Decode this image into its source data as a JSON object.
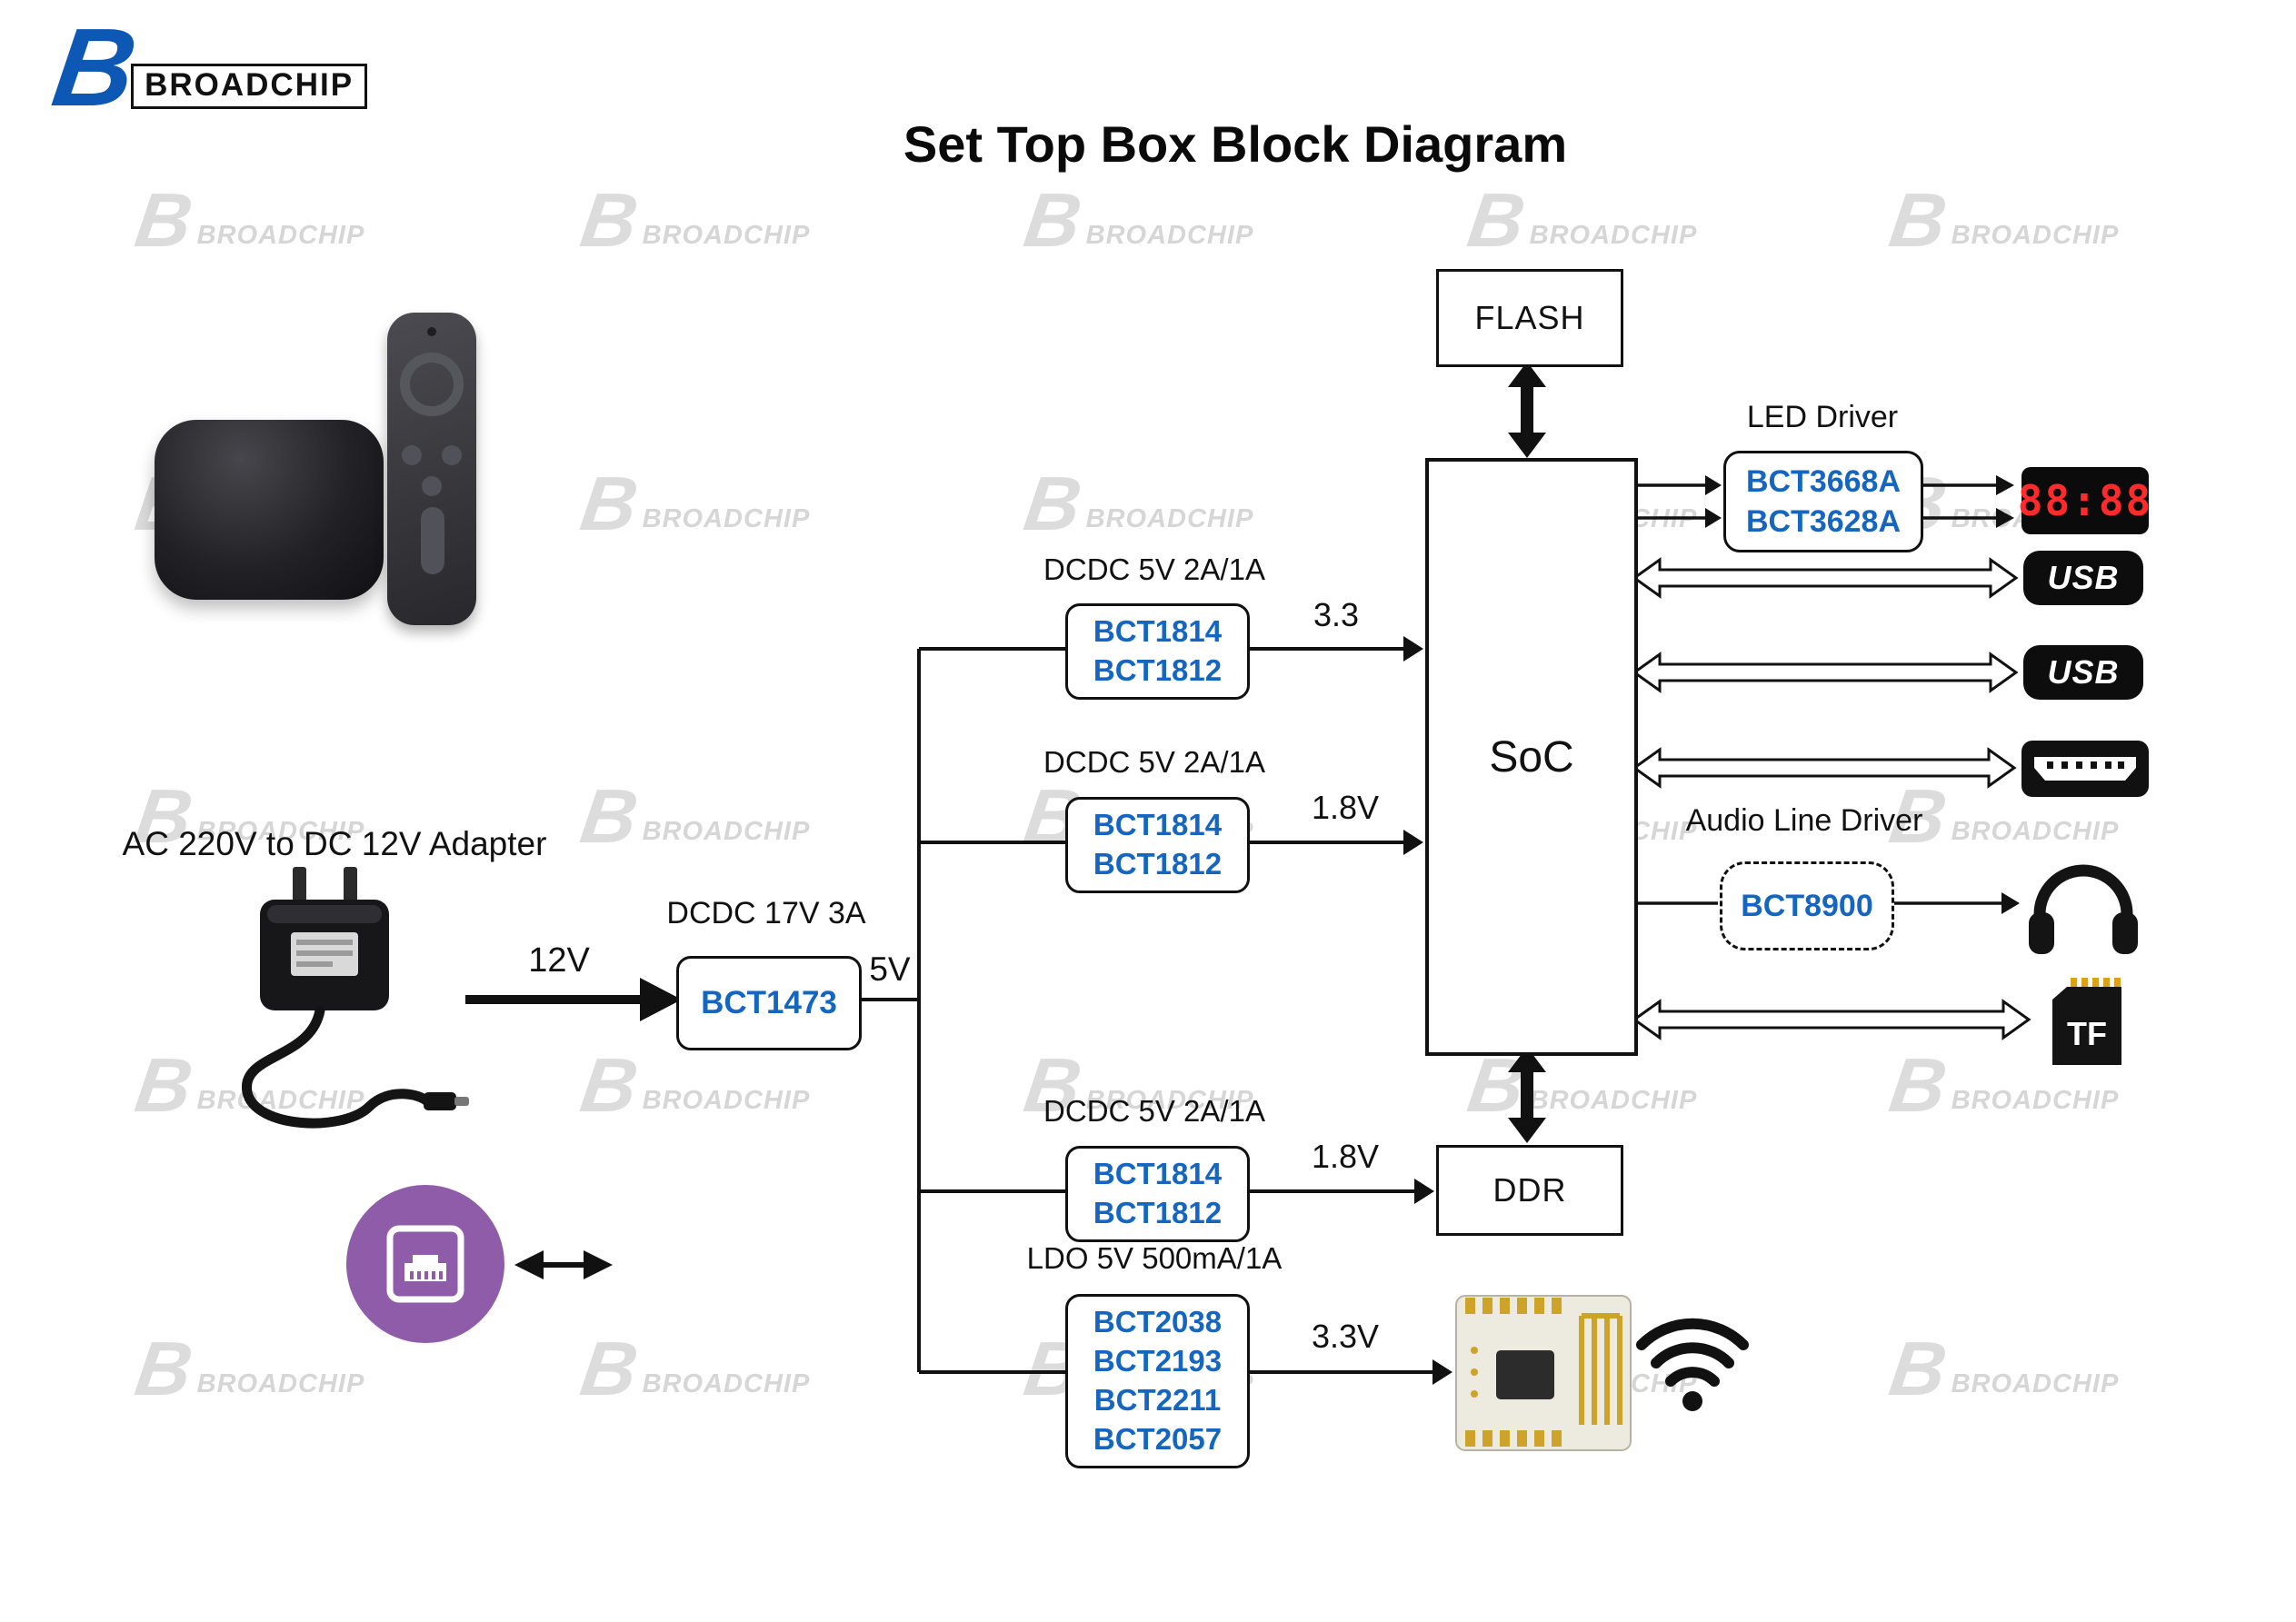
{
  "logo": {
    "b": "B",
    "text": "BROADCHIP"
  },
  "watermark": {
    "b": "B",
    "text": "BROADCHIP"
  },
  "title": "Set Top Box Block Diagram",
  "adapter": {
    "label": "AC 220V to DC 12V Adapter",
    "input_label": "12V"
  },
  "power": {
    "dcdc_label": "DCDC 17V 3A",
    "chip": "BCT1473",
    "out": "5V"
  },
  "regulators": {
    "dcdc1": {
      "label": "DCDC 5V 2A/1A",
      "chips": [
        "BCT1814",
        "BCT1812"
      ],
      "out": "3.3"
    },
    "dcdc2": {
      "label": "DCDC 5V 2A/1A",
      "chips": [
        "BCT1814",
        "BCT1812"
      ],
      "out": "1.8V"
    },
    "dcdc3": {
      "label": "DCDC 5V 2A/1A",
      "chips": [
        "BCT1814",
        "BCT1812"
      ],
      "out": "1.8V"
    },
    "ldo": {
      "label": "LDO 5V 500mA/1A",
      "chips": [
        "BCT2038",
        "BCT2193",
        "BCT2211",
        "BCT2057"
      ],
      "out": "3.3V"
    }
  },
  "blocks": {
    "flash": "FLASH",
    "soc": "SoC",
    "ddr": "DDR"
  },
  "led_driver": {
    "label": "LED Driver",
    "chips": [
      "BCT3668A",
      "BCT3628A"
    ]
  },
  "audio_driver": {
    "label": "Audio Line Driver",
    "chip": "BCT8900"
  },
  "peripherals": {
    "display_digits": "88:88",
    "usb1": "USB",
    "usb2": "USB",
    "tf": "TF"
  },
  "colors": {
    "chip_blue": "#1566c0",
    "ethernet_purple": "#8e5ca8",
    "display_red": "#ff2a2a",
    "line": "#111111"
  }
}
